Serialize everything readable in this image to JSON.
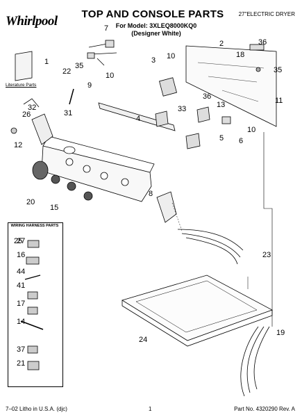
{
  "header": {
    "brand": "Whirlpool",
    "title": "TOP AND CONSOLE PARTS",
    "model_line": "For Model: 3XLEQ8000KQ0",
    "variant": "(Designer White)",
    "product": "27\"ELECTRIC DRYER"
  },
  "labels": {
    "literature": "Literature Parts",
    "harness_box": "WIRING HARNESS PARTS"
  },
  "part_numbers": [
    "1",
    "2",
    "3",
    "6",
    "7",
    "8",
    "9",
    "10",
    "10",
    "10",
    "11",
    "12",
    "13",
    "15",
    "18",
    "19",
    "20",
    "22",
    "23",
    "24",
    "25",
    "26",
    "27",
    "16",
    "44",
    "41",
    "17",
    "14",
    "37",
    "21",
    "31",
    "32",
    "33",
    "35",
    "35",
    "36",
    "36",
    "4",
    "5"
  ],
  "footer": {
    "left": "7–02 Litho in U.S.A. (djc)",
    "page": "1",
    "right": "Part No. 4320290 Rev. A"
  }
}
